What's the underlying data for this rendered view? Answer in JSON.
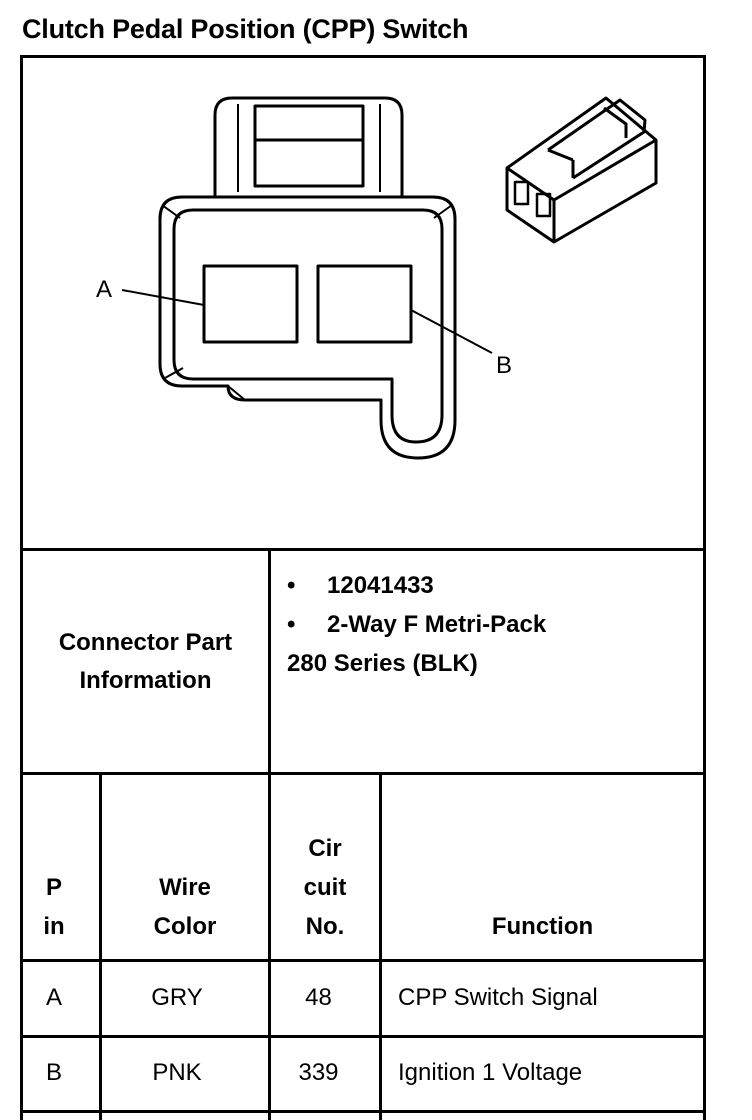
{
  "title": "Clutch Pedal Position (CPP) Switch",
  "diagram": {
    "label_a": "A",
    "label_b": "B",
    "connector_icon": "connector-3d-icon"
  },
  "part_info": {
    "label_line1": "Connector Part",
    "label_line2": "Information",
    "bullet": "•",
    "item1": "12041433",
    "item2": "2-Way F Metri-Pack",
    "item2_cont": "280 Series (BLK)"
  },
  "table": {
    "headers": {
      "pin_line1": "P",
      "pin_line2": "in",
      "wire_line1": "Wire",
      "wire_line2": "Color",
      "circuit_line1": "Cir",
      "circuit_line2": "cuit",
      "circuit_line3": "No.",
      "function": "Function"
    },
    "rows": [
      {
        "pin": "A",
        "wire_color": "GRY",
        "circuit": "48",
        "function": "CPP Switch Signal"
      },
      {
        "pin": "B",
        "wire_color": "PNK",
        "circuit": "339",
        "function": "Ignition 1 Voltage"
      }
    ]
  }
}
